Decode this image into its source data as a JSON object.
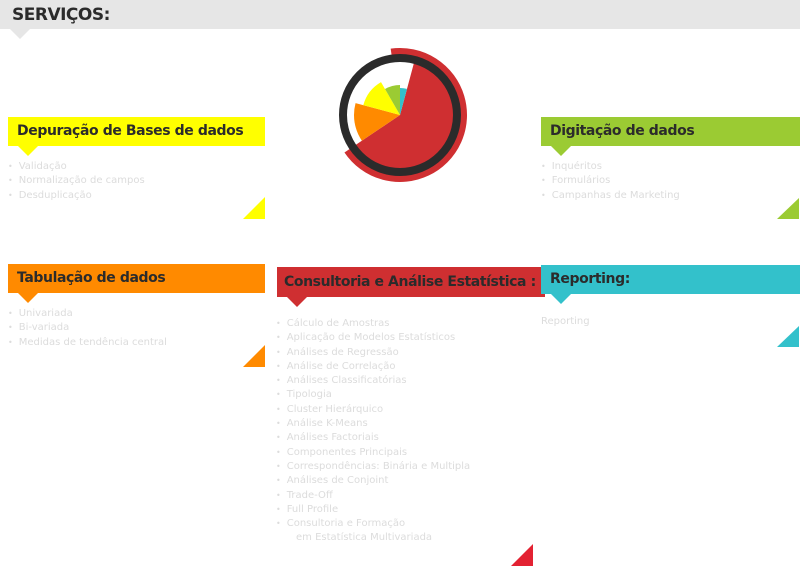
{
  "header": {
    "title": "SERVIÇOS:"
  },
  "colors": {
    "yellow": "#ffff00",
    "orange": "#ff8a00",
    "red": "#cf2f31",
    "green": "#9bcb33",
    "cyan": "#33c1cb",
    "ring": "#2b2b2b"
  },
  "sections": {
    "depuracao": {
      "title": "Depuração de Bases de dados",
      "items": [
        "Validação",
        "Normalização de campos",
        "Desduplicação"
      ]
    },
    "tabulacao": {
      "title": "Tabulação de dados",
      "items": [
        "Univariada",
        "Bi-variada",
        "Medidas de tendência central"
      ]
    },
    "consultoria": {
      "title": "Consultoria e Análise Estatística :",
      "items": [
        "Cálculo de Amostras",
        "Aplicação de Modelos Estatísticos",
        "Análises de Regressão",
        "Análise de Correlação",
        "Análises Classificatórias",
        "Tipologia",
        "Cluster Hierárquico",
        "Análise K-Means",
        "Análises Factoriais",
        "Componentes Principais",
        "Correspondências: Binária e Multipla",
        "Análises de Conjoint",
        "Trade-Off",
        "Full Profile",
        "Consultoria e Formação",
        "em Estatística Multivariada"
      ]
    },
    "digitacao": {
      "title": "Digitação de dados",
      "items": [
        "Inquéritos",
        "Formulários",
        "Campanhas de Marketing"
      ]
    },
    "reporting": {
      "title": "Reporting:",
      "items": [
        "Reporting"
      ]
    }
  }
}
